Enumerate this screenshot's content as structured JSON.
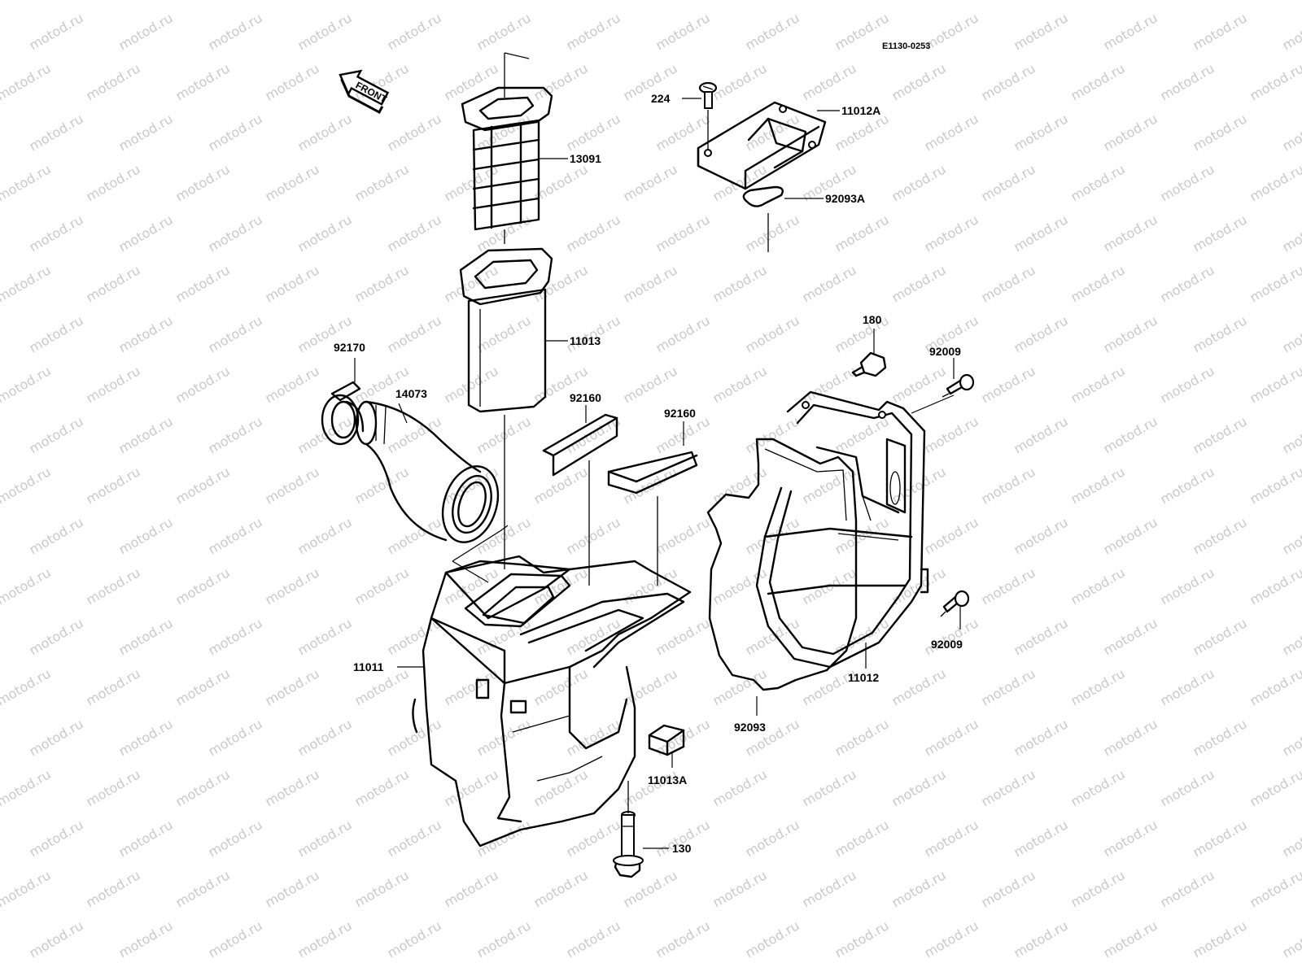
{
  "diagram": {
    "code": "E1130-0253",
    "front_label": "FRONT",
    "watermark": "motod.ru",
    "parts": [
      {
        "id": "p224",
        "number": "224"
      },
      {
        "id": "p11012A",
        "number": "11012A"
      },
      {
        "id": "p92093A",
        "number": "92093A"
      },
      {
        "id": "p13091",
        "number": "13091"
      },
      {
        "id": "p11013",
        "number": "11013"
      },
      {
        "id": "p92170",
        "number": "92170"
      },
      {
        "id": "p14073",
        "number": "14073"
      },
      {
        "id": "p92160a",
        "number": "92160"
      },
      {
        "id": "p92160b",
        "number": "92160"
      },
      {
        "id": "p180",
        "number": "180"
      },
      {
        "id": "p92009a",
        "number": "92009"
      },
      {
        "id": "p92009b",
        "number": "92009"
      },
      {
        "id": "p11011",
        "number": "11011"
      },
      {
        "id": "p11012",
        "number": "11012"
      },
      {
        "id": "p92093",
        "number": "92093"
      },
      {
        "id": "p11013A",
        "number": "11013A"
      },
      {
        "id": "p130",
        "number": "130"
      }
    ]
  }
}
